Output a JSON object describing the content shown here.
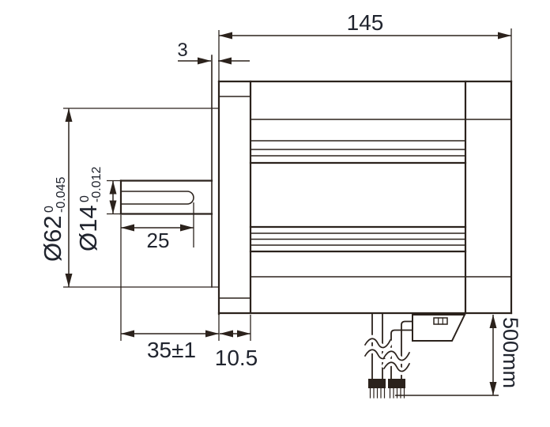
{
  "drawing": {
    "description": "Motor outline dimension drawing (side view)",
    "colors": {
      "line": "#2b221c",
      "text": "#1d2433",
      "background": "#ffffff"
    },
    "dimensions": {
      "overall_length": {
        "label": "145"
      },
      "pilot_protrusion": {
        "label": "3"
      },
      "pilot_diameter": {
        "label": "Ø62",
        "tol_upper": "0",
        "tol_lower": "-0.045"
      },
      "shaft_diameter": {
        "label": "Ø14",
        "tol_upper": "0",
        "tol_lower": "-0.012"
      },
      "keyway_length": {
        "label": "25"
      },
      "shaft_extension": {
        "label": "35±1"
      },
      "flange_thickness": {
        "label": "10.5"
      },
      "lead_wire_length": {
        "label": "500mm"
      }
    }
  }
}
